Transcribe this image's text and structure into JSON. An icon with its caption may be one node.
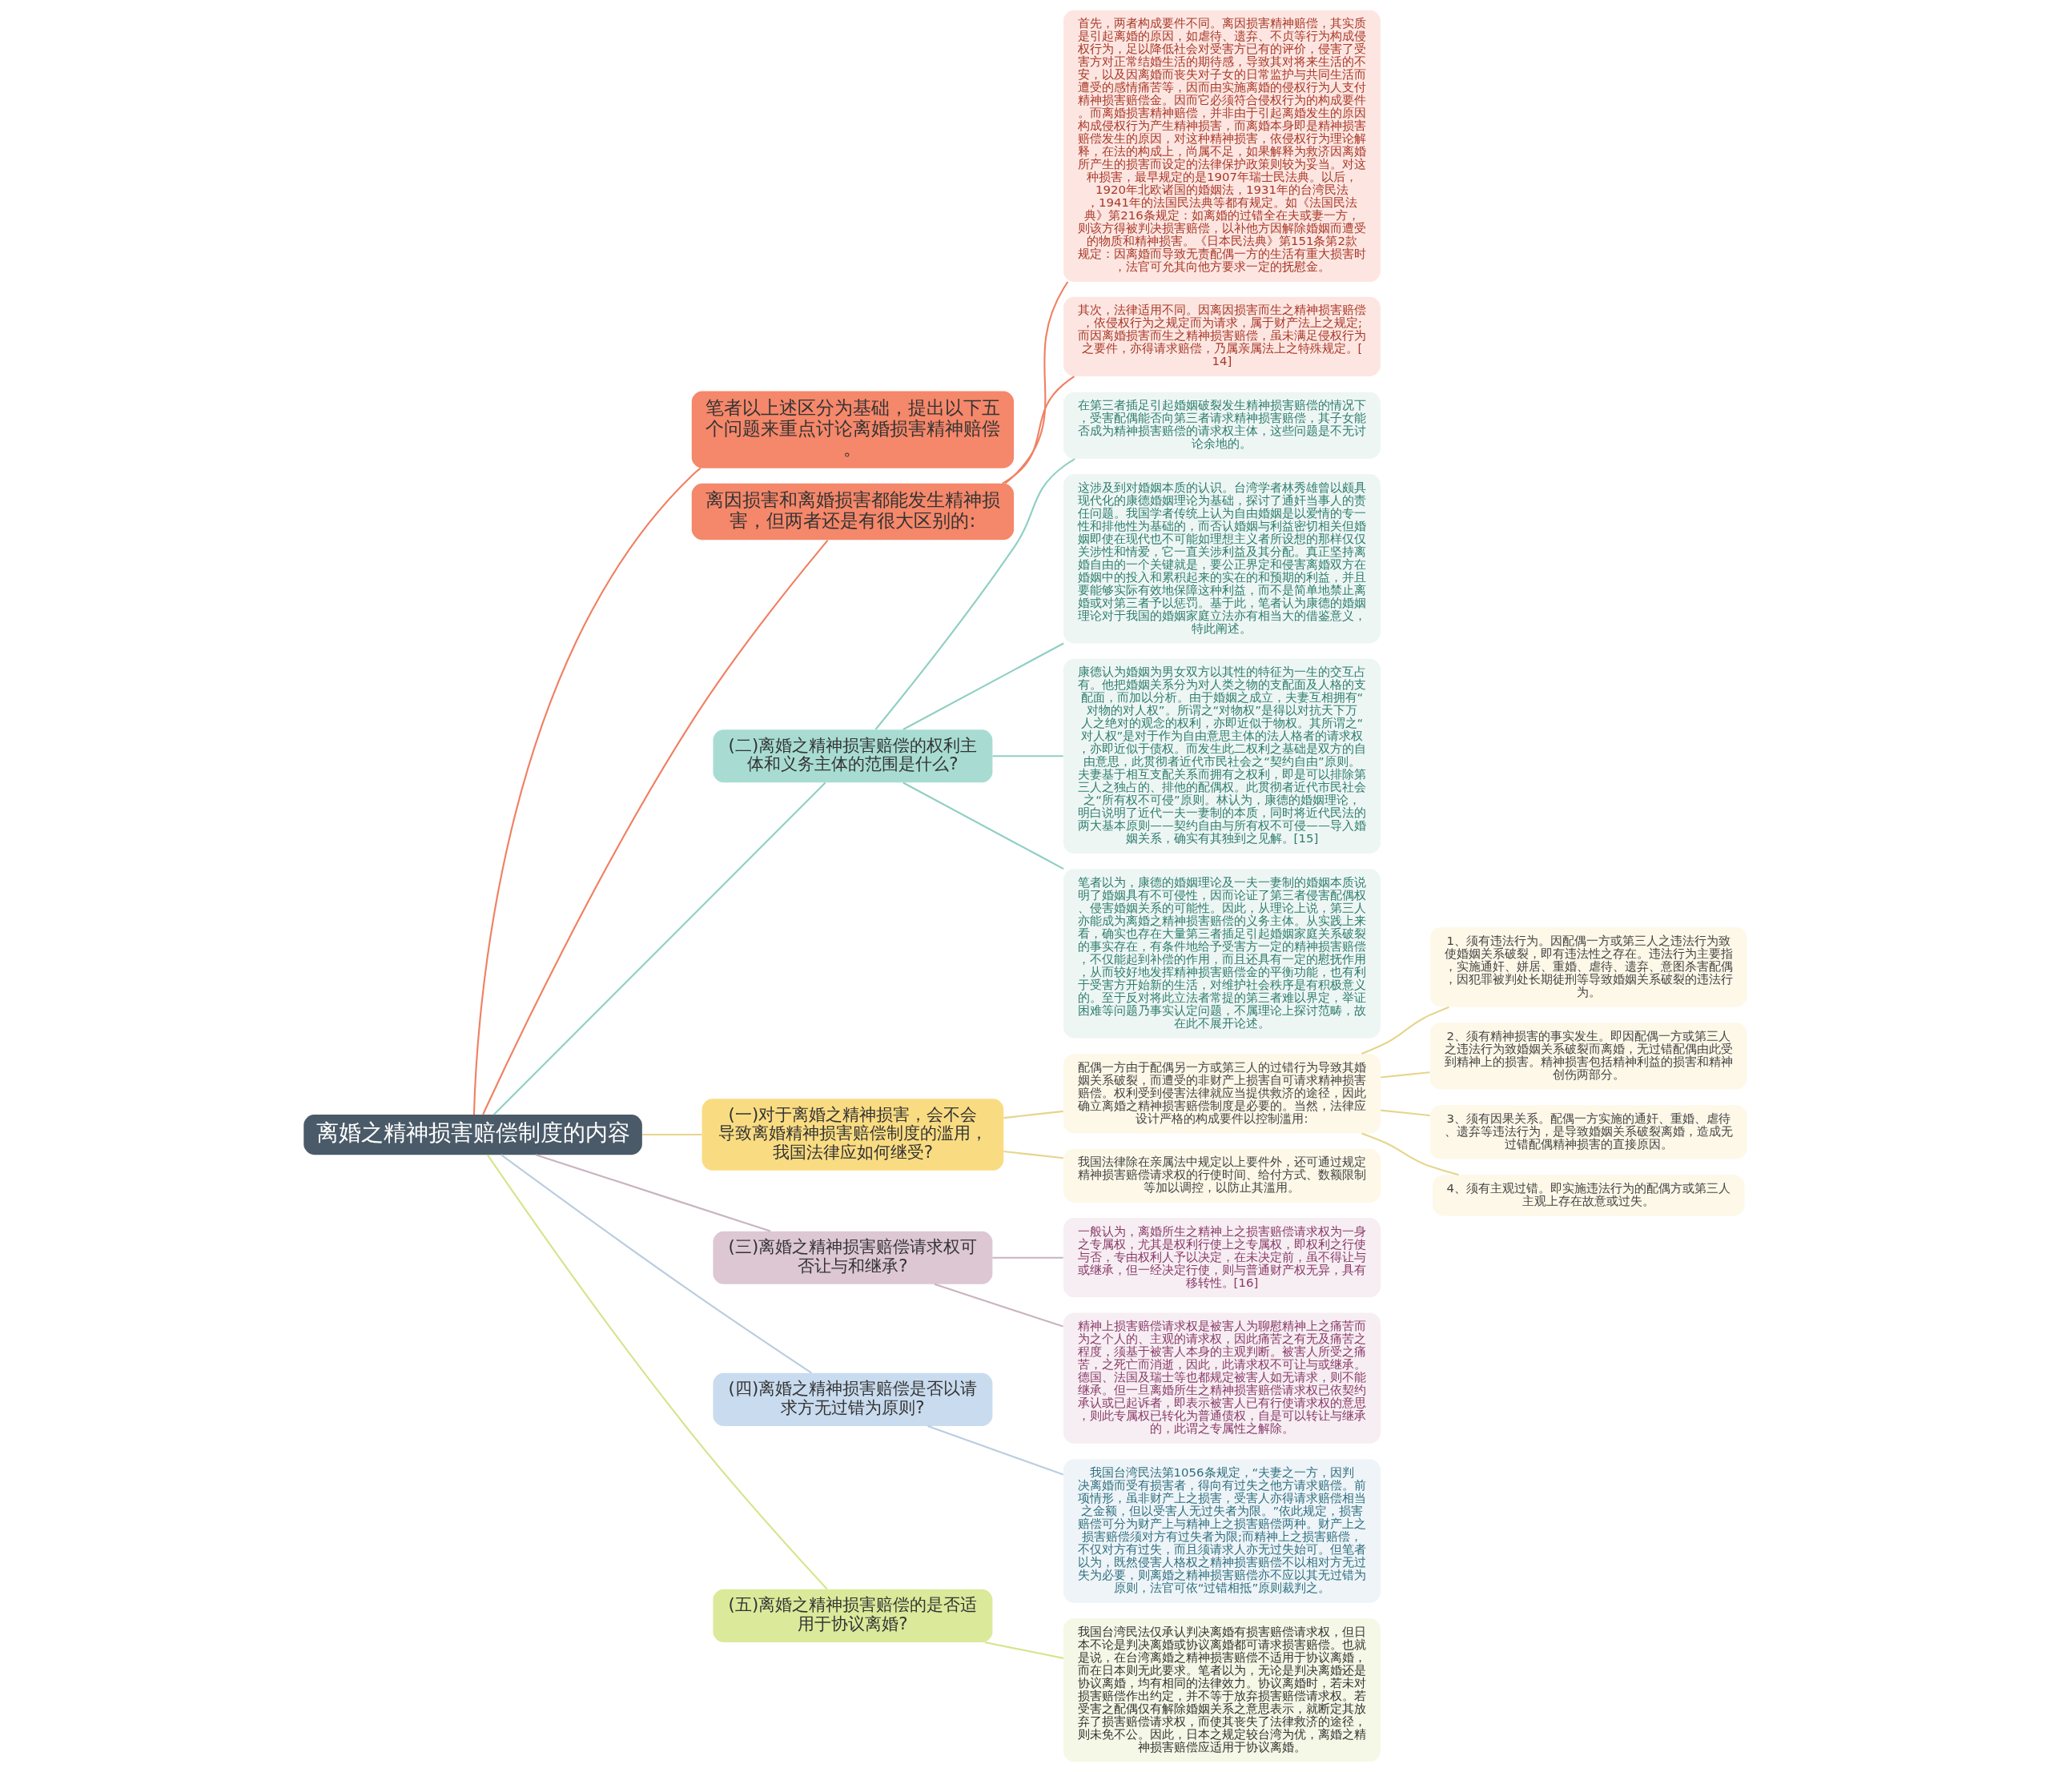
{
  "diagram": {
    "nodes": [
      {
        "text": [
          "离婚之精神损害赔偿制度的内容"
        ]
      },
      {
        "text": [
          "笔者以上述区分为基础，提出以下五个问题来重点讨论离婚损害精神赔偿。"
        ]
      },
      {
        "text": [
          "离因损害和离婚损害都能发生精神损害，但两者还是有很大区别的:"
        ]
      },
      {
        "text": [
          "首先，两者构成要件不同。离因损害精神赔偿，其实质是引起离婚的原因，如虐待、遗弃、不贞等行为构成侵权行为，足以降低社会对受害方已有的评价，侵害了受害方对正常结婚生活的期待感，导致其对将来生活的不安，以及因离婚而丧失对子女的日常监护与共同生活而遭受的感情痛苦等，因而由实施离婚的侵权行为人支付精神损害赔偿金。因而它必须符合侵权行为的构成要件。而离婚损害精神赔偿，并非由于引起离婚发生的原因构成侵权行为产生精神损害，而离婚本身即是精神损害赔偿发生的原因，对这种精神损害，依侵权行为理论解释，在法的构成上，尚属不足，如果解释为救济因离婚所产生的损害而设定的法律保护政策则较为妥当。对这种损害，最早规定的是1907年瑞士民法典。以后，1920年北欧诸国的婚姻法，1931年的台湾民法，1941年的法国民法典等都有规定。如《法国民法典》第216条规定：如离婚的过错全在夫或妻一方，则该方得被判决损害赔偿，以补他方因解除婚姻而遭受的物质和精神损害。《日本民法典》第151条第2款规定：因离婚而导致无责配偶一方的生活有重大损害时，法官可允其向他方要求一定的抚慰金。"
        ]
      },
      {
        "text": [
          "其次，法律适用不同。因离因损害而生之精神损害赔偿，依侵权行为之规定而为请求，属于财产法上之规定;而因离婚损害而生之精神损害赔偿，虽未满足侵权行为之要件，亦得请求赔偿，乃属亲属法上之特殊规定。[14]"
        ]
      },
      {
        "text": [
          "(二)离婚之精神损害赔偿的权利主体和义务主体的范围是什么?"
        ]
      },
      {
        "text": [
          "在第三者插足引起婚姻破裂发生精神损害赔偿的情况下，受害配偶能否向第三者请求精神损害赔偿，其子女能否成为精神损害赔偿的请求权主体，这些问题是不无讨论余地的。"
        ]
      },
      {
        "text": [
          "这涉及到对婚姻本质的认识。台湾学者林秀雄曾以颇具现代化的康德婚姻理论为基础，探讨了通奸当事人的责任问题。我国学者传统上认为自由婚姻是以爱情的专一性和排他性为基础的，而否认婚姻与利益密切相关但婚姻即使在现代也不可能如理想主义者所设想的那样仅仅关涉性和情爱，它一直关涉利益及其分配。真正坚持离婚自由的一个关键就是，要公正界定和侵害离婚双方在婚姻中的投入和累积起来的实在的和预期的利益，并且要能够实际有效地保障这种利益，而不是简单地禁止离婚或对第三者予以惩罚。基于此，笔者认为康德的婚姻理论对于我国的婚姻家庭立法亦有相当大的借鉴意义，特此阐述。"
        ]
      },
      {
        "text": [
          "康德认为婚姻为男女双方以其性的特征为一生的交互占有。他把婚姻关系分为对人类之物的支配面及人格的支配面，而加以分析。由于婚姻之成立，夫妻互相拥有“对物的对人权”。所谓之“对物权”是得以对抗天下万人之绝对的观念的权利，亦即近似于物权。其所谓之“对人权”是对于作为自由意思主体的法人格者的请求权，亦即近似于债权。而发生此二权利之基础是双方的自由意思，此贯彻者近代市民社会之“契约自由”原则。夫妻基于相互支配关系而拥有之权利，即是可以排除第三人之独占的、排他的配偶权。此贯彻者近代市民社会之“所有权不可侵”原则。林认为，康德的婚姻理论，明白说明了近代一夫一妻制的本质，同时将近代民法的两大基本原则——契约自由与所有权不可侵——导入婚姻关系，确实有其独到之见解。[15]"
        ]
      },
      {
        "text": [
          "笔者以为，康德的婚姻理论及一夫一妻制的婚姻本质说明了婚姻具有不可侵性，因而论证了第三者侵害配偶权、侵害婚姻关系的可能性。因此，从理论上说，第三人亦能成为离婚之精神损害赔偿的义务主体。从实践上来看，确实也存在大量第三者插足引起婚姻家庭关系破裂的事实存在，有条件地给予受害方一定的精神损害赔偿，不仅能起到补偿的作用，而且还具有一定的慰抚作用，从而较好地发挥精神损害赔偿金的平衡功能，也有利于受害方开始新的生活，对维护社会秩序是有积极意义的。至于反对将此立法者常提的第三者难以界定，举证困难等问题乃事实认定问题，不属理论上探讨范畴，故在此不展开论述。"
        ]
      },
      {
        "text": [
          "(一)对于离婚之精神损害，会不会导致离婚精神损害赔偿制度的滥用，我国法律应如何继受?"
        ]
      },
      {
        "text": [
          "配偶一方由于配偶另一方或第三人的过错行为导致其婚姻关系破裂，而遭受的非财产上损害自可请求精神损害赔偿。权利受到侵害法律就应当提供救济的途径，因此确立离婚之精神损害赔偿制度是必要的。当然，法律应设计严格的构成要件以控制滥用:"
        ]
      },
      {
        "text": [
          "1、须有违法行为。因配偶一方或第三人之违法行为致使婚姻关系破裂，即有违法性之存在。违法行为主要指，实施通奸、姘居、重婚、虐待、遗弃、意图杀害配偶，因犯罪被判处长期徒刑等导致婚姻关系破裂的违法行为。"
        ]
      },
      {
        "text": [
          "2、须有精神损害的事实发生。即因配偶一方或第三人之违法行为致婚姻关系破裂而离婚，无过错配偶由此受到精神上的损害。精神损害包括精神利益的损害和精神创伤两部分。"
        ]
      },
      {
        "text": [
          "3、须有因果关系。配偶一方实施的通奸、重婚、虐待、遗弃等违法行为，是导致婚姻关系破裂离婚，造成无过错配偶精神损害的直接原因。"
        ]
      },
      {
        "text": [
          "4、须有主观过错。即实施违法行为的配偶方或第三人主观上存在故意或过失。"
        ]
      },
      {
        "text": [
          "我国法律除在亲属法中规定以上要件外，还可通过规定精神损害赔偿请求权的行使时间、给付方式、数额限制等加以调控，以防止其滥用。"
        ]
      },
      {
        "text": [
          "(三)离婚之精神损害赔偿请求权可否让与和继承?"
        ]
      },
      {
        "text": [
          "一般认为，离婚所生之精神上之损害赔偿请求权为一身之专属权，尤其是权利行使上之专属权，即权利之行使与否，专由权利人予以决定，在未决定前，虽不得让与或继承，但一经决定行使，则与普通财产权无异，具有移转性。[16]"
        ]
      },
      {
        "text": [
          "精神上损害赔偿请求权是被害人为聊慰精神上之痛苦而为之个人的、主观的请求权，因此痛苦之有无及痛苦之程度，须基于被害人本身的主观判断。被害人所受之痛苦，之死亡而消逝，因此，此请求权不可让与或继承。德国、法国及瑞士等也都规定被害人如无请求，则不能继承。但一旦离婚所生之精神损害赔偿请求权已依契约承认或已起诉者，即表示被害人已有行使请求权的意思，则此专属权已转化为普通债权，自是可以转让与继承的，此谓之专属性之解除。"
        ]
      },
      {
        "text": [
          "(四)离婚之精神损害赔偿是否以请求方无过错为原则?"
        ]
      },
      {
        "text": [
          "我国台湾民法第1056条规定，“夫妻之一方，因判决离婚而受有损害者，得向有过失之他方请求赔偿。前项情形，虽非财产上之损害，受害人亦得请求赔偿相当之金额，但以受害人无过失者为限。”依此规定，损害赔偿可分为财产上与精神上之损害赔偿两种。财产上之损害赔偿须对方有过失者为限;而精神上之损害赔偿，不仅对方有过失，而且须请求人亦无过失始可。但笔者以为，既然侵害人格权之精神损害赔偿不以相对方无过失为必要，则离婚之精神损害赔偿亦不应以其无过错为原则，法官可依“过错相抵”原则裁判之。"
        ]
      },
      {
        "text": [
          "(五)离婚之精神损害赔偿的是否适用于协议离婚?"
        ]
      },
      {
        "text": [
          "我国台湾民法仅承认判决离婚有损害赔偿请求权，但日本不论是判决离婚或协议离婚都可请求损害赔偿。也就是说，在台湾离婚之精神损害赔偿不适用于协议离婚，而在日本则无此要求。笔者以为，无论是判决离婚还是协议离婚，均有相同的法律效力。协议离婚时，若未对损害赔偿作出约定，并不等于放弃损害赔偿请求权。若受害之配偶仅有解除婚姻关系之意思表示，就断定其放弃了损害赔偿请求权，而使其丧失了法律救济的途径，则未免不公。因此，日本之规定较台湾为优，离婚之精神损害赔偿应适用于协议离婚。"
        ]
      }
    ],
    "edges": [
      {
        "from": 0,
        "to": 1,
        "arrow": "none",
        "color": "#f08062"
      },
      {
        "from": 0,
        "to": 2,
        "arrow": "none",
        "color": "#f08062"
      },
      {
        "from": 2,
        "to": 3,
        "arrow": "none",
        "color": "#f08062"
      },
      {
        "from": 2,
        "to": 4,
        "arrow": "none",
        "color": "#f08062"
      },
      {
        "from": 0,
        "to": 5,
        "arrow": "none",
        "color": "#8fcfc3"
      },
      {
        "from": 5,
        "to": 6,
        "arrow": "none",
        "color": "#8fcfc3"
      },
      {
        "from": 5,
        "to": 7,
        "arrow": "none",
        "color": "#8fcfc3"
      },
      {
        "from": 5,
        "to": 8,
        "arrow": "none",
        "color": "#8fcfc3"
      },
      {
        "from": 5,
        "to": 9,
        "arrow": "none",
        "color": "#8fcfc3"
      },
      {
        "from": 0,
        "to": 10,
        "arrow": "none",
        "color": "#e6d58c"
      },
      {
        "from": 10,
        "to": 11,
        "arrow": "none",
        "color": "#e6d58c"
      },
      {
        "from": 11,
        "to": 12,
        "arrow": "none",
        "color": "#e6d58c"
      },
      {
        "from": 11,
        "to": 13,
        "arrow": "none",
        "color": "#e6d58c"
      },
      {
        "from": 11,
        "to": 14,
        "arrow": "none",
        "color": "#e6d58c"
      },
      {
        "from": 11,
        "to": 15,
        "arrow": "none",
        "color": "#e6d58c"
      },
      {
        "from": 10,
        "to": 16,
        "arrow": "none",
        "color": "#e6d58c"
      },
      {
        "from": 0,
        "to": 17,
        "arrow": "none",
        "color": "#c9b3c0"
      },
      {
        "from": 17,
        "to": 18,
        "arrow": "none",
        "color": "#c9b3c0"
      },
      {
        "from": 17,
        "to": 19,
        "arrow": "none",
        "color": "#c9b3c0"
      },
      {
        "from": 0,
        "to": 20,
        "arrow": "none",
        "color": "#b9cde0"
      },
      {
        "from": 20,
        "to": 21,
        "arrow": "none",
        "color": "#b9cde0"
      },
      {
        "from": 0,
        "to": 22,
        "arrow": "none",
        "color": "#d6e48a"
      },
      {
        "from": 22,
        "to": 23,
        "arrow": "none",
        "color": "#d6e48a"
      }
    ]
  }
}
